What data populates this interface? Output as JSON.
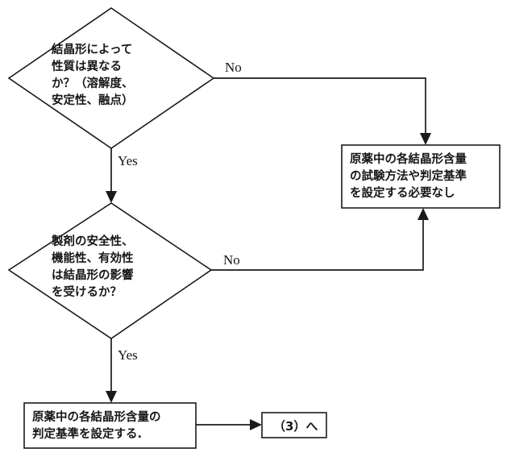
{
  "diagram": {
    "type": "flowchart",
    "title": "",
    "nodes": [
      {
        "id": "decision-1",
        "shape": "diamond",
        "lines": [
          "結晶形によって",
          "性質は異なる",
          "か？（溶解度、",
          "安定性、融点）"
        ],
        "text": "結晶形によって\n性質は異なる\nか？（溶解度、\n安定性、融点）"
      },
      {
        "id": "decision-2",
        "shape": "diamond",
        "lines": [
          "製剤の安全性、",
          "機能性、有効性",
          "は結晶形の影響",
          "を受けるか？"
        ],
        "text": "製剤の安全性、\n機能性、有効性\nは結晶形の影響\nを受けるか？"
      },
      {
        "id": "process-no-result",
        "shape": "rectangle",
        "lines": [
          "原薬中の各結晶形含量",
          "の試験方法や判定基準",
          "を設定する必要なし"
        ],
        "text": "原薬中の各結晶形含量\nの試験方法や判定基準\nを設定する必要なし"
      },
      {
        "id": "process-yes-result",
        "shape": "rectangle",
        "lines": [
          "原薬中の各結晶形含量の",
          "判定基準を設定する."
        ],
        "text": "原薬中の各結晶形含量の\n判定基準を設定する."
      },
      {
        "id": "terminator-next",
        "shape": "rectangle",
        "text": "（3）へ"
      }
    ],
    "edge_labels": {
      "decision1_no": "No",
      "decision1_yes": "Yes",
      "decision2_no": "No",
      "decision2_yes": "Yes"
    },
    "colors": {
      "stroke": "#1a1a1a",
      "background": "#ffffff",
      "text": "#171717"
    }
  }
}
